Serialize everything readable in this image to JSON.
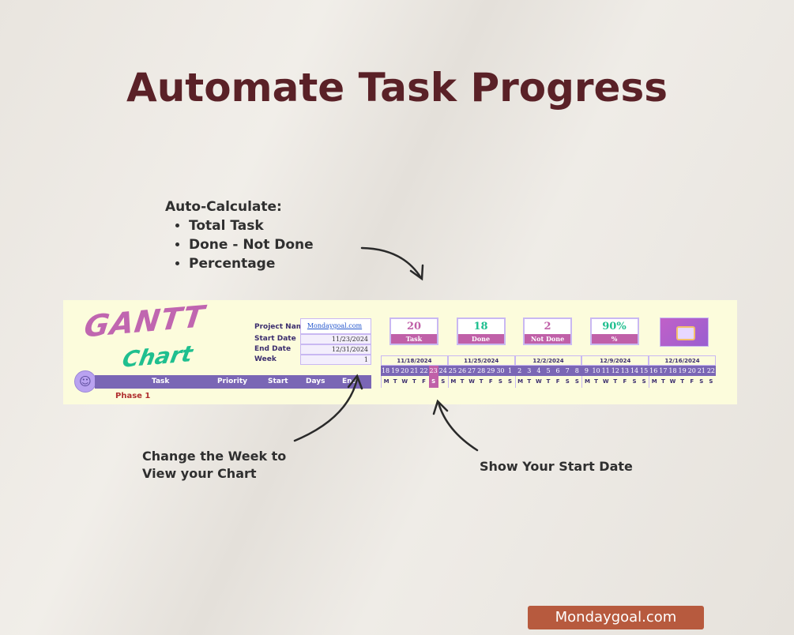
{
  "title": "Automate Task Progress",
  "callout": {
    "heading": "Auto-Calculate:",
    "items": [
      "Total Task",
      "Done - Not Done",
      "Percentage"
    ]
  },
  "note_week": "Change the Week to View your Chart",
  "note_start": "Show Your Start Date",
  "brand": "Mondaygoal.com",
  "sheet": {
    "logo": {
      "line1": "GANTT",
      "line2": "Chart"
    },
    "fields": [
      {
        "label": "Project Name",
        "value": "Mondaygoal.com"
      },
      {
        "label": "Start Date",
        "value": "11/23/2024"
      },
      {
        "label": "End Date",
        "value": "12/31/2024"
      },
      {
        "label": "Week",
        "value": "1"
      }
    ],
    "kpis": [
      {
        "value": "20",
        "label": "Task",
        "color": "#c060a8"
      },
      {
        "value": "18",
        "label": "Done",
        "color": "#1fbf8f"
      },
      {
        "value": "2",
        "label": "Not Done",
        "color": "#c060a8"
      },
      {
        "value": "90%",
        "label": "%",
        "color": "#1fbf8f"
      }
    ],
    "columns": [
      "Task",
      "Priority",
      "Start",
      "Days",
      "End"
    ],
    "first_row": "Phase 1",
    "weeks": [
      "11/18/2024",
      "11/25/2024",
      "12/2/2024",
      "12/9/2024",
      "12/16/2024"
    ],
    "days": [
      18,
      19,
      20,
      21,
      22,
      23,
      24,
      25,
      26,
      27,
      28,
      29,
      30,
      1,
      2,
      3,
      4,
      5,
      6,
      7,
      8,
      9,
      10,
      11,
      12,
      13,
      14,
      15,
      16,
      17,
      18,
      19,
      20,
      21,
      22
    ],
    "day_letters": [
      "M",
      "T",
      "W",
      "T",
      "F",
      "S",
      "S"
    ],
    "highlight_index": 5
  }
}
